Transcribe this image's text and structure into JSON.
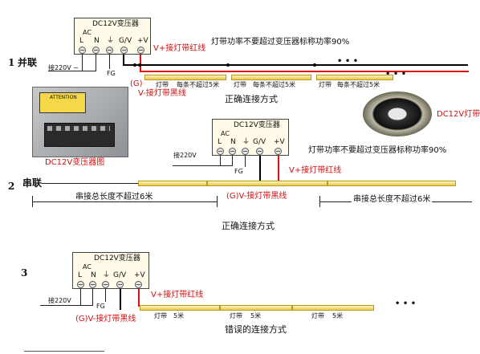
{
  "section1": {
    "number": "1",
    "title": "并联",
    "transformer_title": "DC12V变压器",
    "ac_label": "AC",
    "terminals": [
      "L",
      "N",
      "⏚",
      "G/V",
      "+V"
    ],
    "input_label": "接220V ~",
    "fg_label": "FG",
    "red_wire_label": "V+接灯带红线",
    "black_wire_label_1": "(G)",
    "black_wire_label_2": "V-接灯带黑线",
    "power_note": "灯带功率不要超过变压器标称功率90%",
    "strip_labels": [
      "灯带",
      "每条不超过5米",
      "灯带",
      "每条不超过5米",
      "灯带",
      "每条不超过5米"
    ],
    "caption": "正确连接方式",
    "ellipsis": "• • •"
  },
  "section2": {
    "number": "2",
    "title": "串联",
    "transformer_title": "DC12V变压器",
    "ac_label": "AC",
    "terminals": [
      "L",
      "N",
      "⏚",
      "G/V",
      "+V"
    ],
    "input_label": "接220V",
    "fg_label": "FG",
    "red_wire_label": "V+接灯带红线",
    "black_wire_label": "(G)V-接灯带黑线",
    "power_note": "灯带功率不要超过变压器标称功率90%",
    "length_left": "串接总长度不超过6米",
    "length_right": "串接总长度不超过6米",
    "caption": "正确连接方式"
  },
  "section3": {
    "number": "3",
    "transformer_title": "DC12V变压器",
    "ac_label": "AC",
    "terminals": [
      "L",
      "N",
      "⏚",
      "G/V",
      "+V"
    ],
    "input_label": "接220V",
    "fg_label": "FG",
    "red_wire_label": "V+接灯带红线",
    "black_wire_label": "(G)V-接灯带黑线",
    "strip_labels": [
      "灯带",
      "5米",
      "灯带",
      "5米",
      "灯带",
      "5米"
    ],
    "caption": "错误的连接方式",
    "ellipsis": "• • •"
  },
  "photo_transformer": {
    "caption": "DC12V变压器图",
    "warning_label": "ATTENTION"
  },
  "photo_strip": {
    "caption": "DC12V灯带"
  },
  "colors": {
    "red_wire": "#e01010",
    "black_wire": "#000000",
    "strip": "#f0d870",
    "transformer_box": "#fffbe8"
  }
}
